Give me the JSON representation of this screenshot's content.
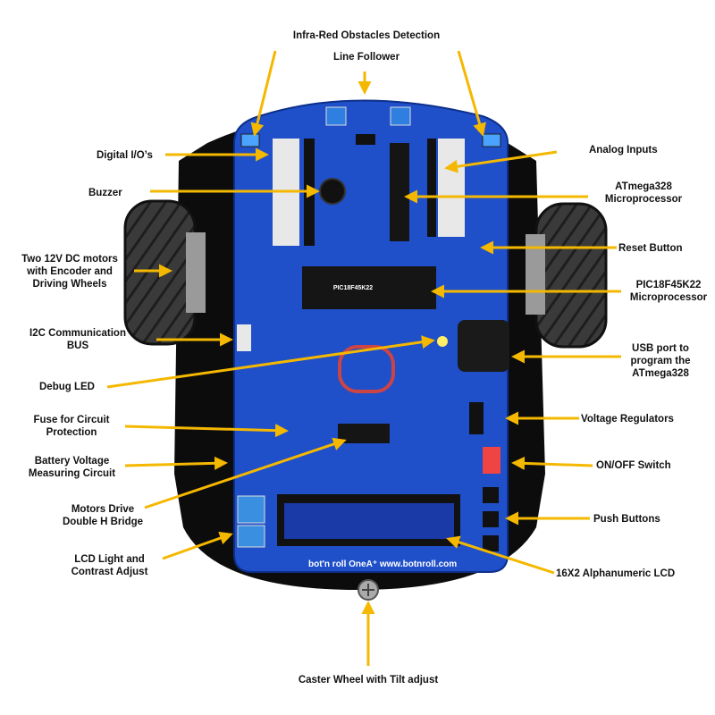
{
  "labels": {
    "infrared": "Infra-Red Obstacles Detection",
    "line_follower": "Line Follower",
    "digital_io": "Digital I/O’s",
    "analog_inputs": "Analog Inputs",
    "buzzer": "Buzzer",
    "atmega_1": "ATmega328",
    "atmega_2": "Microprocessor",
    "motors_1": "Two 12V DC motors",
    "motors_2": "with Encoder and",
    "motors_3": "Driving Wheels",
    "reset": "Reset Button",
    "pic_1": "PIC18F45K22",
    "pic_2": "Microprocessor",
    "i2c_1": "I2C Communication",
    "i2c_2": "BUS",
    "usb_1": "USB port to",
    "usb_2": "program the",
    "usb_3": "ATmega328",
    "debug_led": "Debug LED",
    "fuse_1": "Fuse for Circuit",
    "fuse_2": "Protection",
    "voltage_regulators": "Voltage Regulators",
    "battery_1": "Battery Voltage",
    "battery_2": "Measuring Circuit",
    "onoff": "ON/OFF Switch",
    "motors_drive_1": "Motors Drive",
    "motors_drive_2": "Double H Bridge",
    "push_buttons": "Push Buttons",
    "lcd_adj_1": "LCD Light and",
    "lcd_adj_2": "Contrast Adjust",
    "lcd": "16X2 Alphanumeric LCD",
    "caster": "Caster Wheel with Tilt adjust"
  },
  "board": {
    "silk_text": "bot'n roll OneA⁺   www.botnroll.com",
    "chip_text": "PIC18F45K22"
  },
  "colors": {
    "arrow": "#f5b800",
    "pcb": "#1f4fc9",
    "chassis": "#0c0c0c",
    "tire": "#3a3a3a",
    "lcd": "#1a3aa8"
  }
}
